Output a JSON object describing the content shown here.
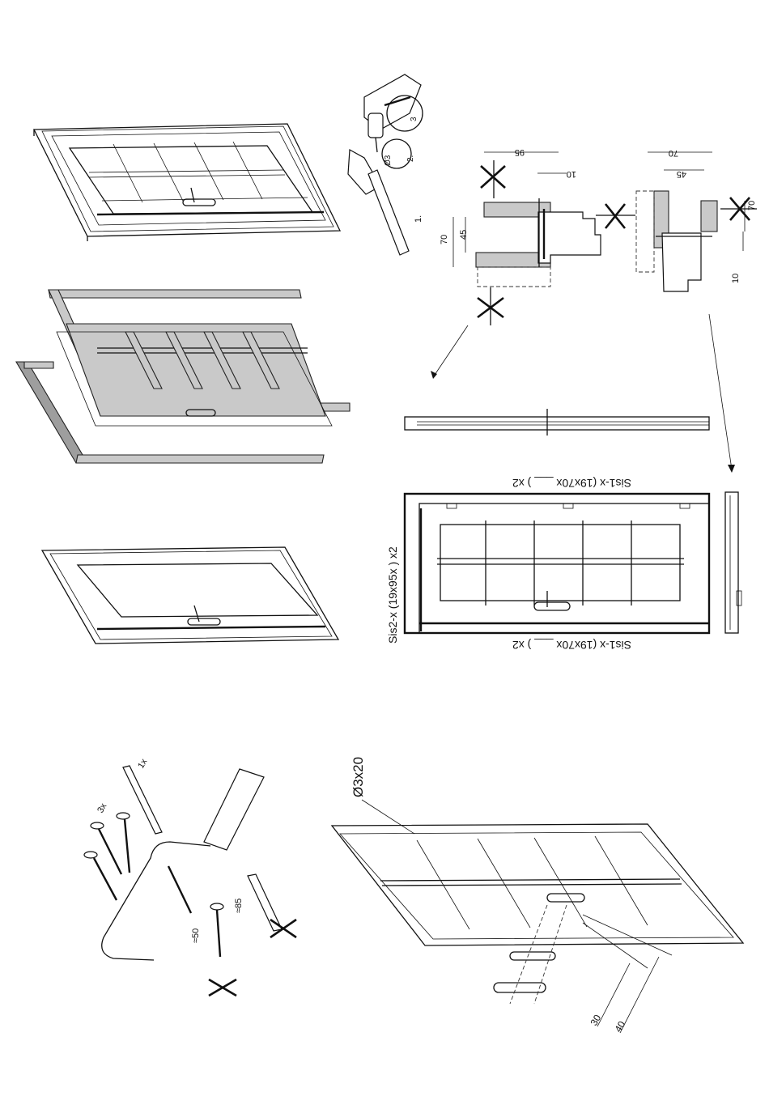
{
  "step_marker": "1.",
  "drill_bits": {
    "dia_label": "Ø3",
    "n2": "2.",
    "n3": "3"
  },
  "profile_left": {
    "d95": "95",
    "d10": "10",
    "d70": "70",
    "d45": "45"
  },
  "profile_right": {
    "d70": "70",
    "d45": "45",
    "d70b": "70",
    "d10": "10"
  },
  "frame_labels": {
    "top": "Sis1-x (19x70x ___ ) x2",
    "bottom": "Sis1-x (19x70x ___ ) x2",
    "side": "Sis2-x (19x95x     ) x2"
  },
  "hardware": {
    "qty_dowel": "1x",
    "qty_bolts": "3x",
    "len_bolt": "≈50",
    "len_dowel": "≈85"
  },
  "screw_spec": "Ø3x20",
  "handle_dims": {
    "a": "30",
    "b": "40"
  }
}
